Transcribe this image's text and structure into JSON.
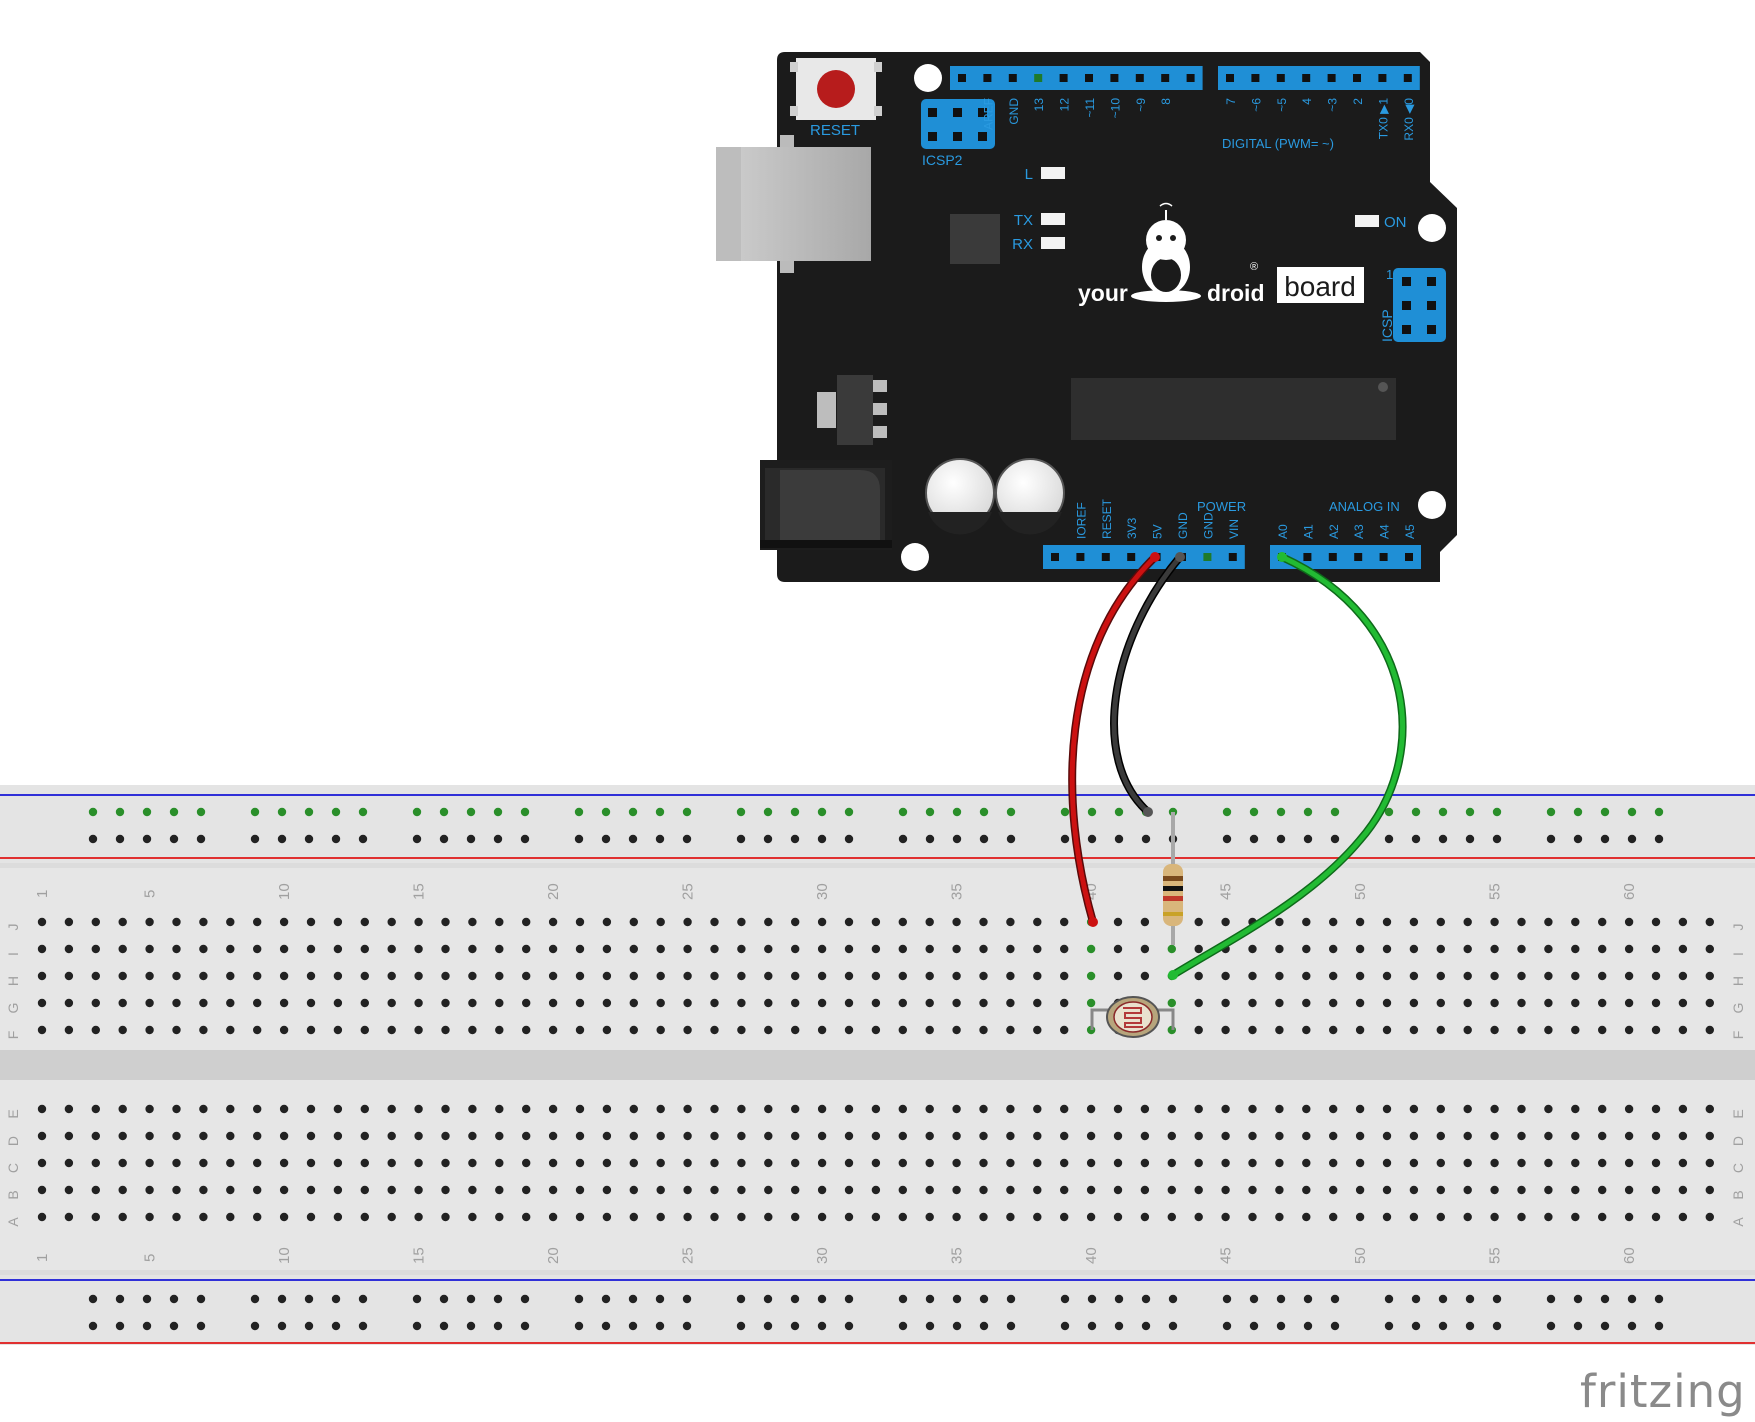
{
  "board": {
    "reset_label": "RESET",
    "icsp2_label": "ICSP2",
    "icsp_label": "ICSP",
    "icsp_pin1": "1",
    "led_l": "L",
    "led_tx": "TX",
    "led_rx": "RX",
    "led_on": "ON",
    "brand_your": "your",
    "brand_droid": "droid",
    "brand_board": "board",
    "brand_reg": "®",
    "digital_label": "DIGITAL (PWM= ~)",
    "power_label": "POWER",
    "analog_label": "ANALOG IN",
    "header_top_left_pins": [
      "AREF",
      "GND",
      "13",
      "12",
      "~11",
      "~10",
      "~9",
      "8"
    ],
    "header_top_right_pins": [
      "7",
      "~6",
      "~5",
      "4",
      "~3",
      "2",
      "TX0 ▶1",
      "RX0 ◀0"
    ],
    "power_pins": [
      "IOREF",
      "RESET",
      "3V3",
      "5V",
      "GND",
      "GND",
      "VIN"
    ],
    "analog_pins": [
      "A0",
      "A1",
      "A2",
      "A3",
      "A4",
      "A5"
    ]
  },
  "breadboard": {
    "row_letters_top": [
      "J",
      "I",
      "H",
      "G",
      "F"
    ],
    "row_letters_bottom": [
      "E",
      "D",
      "C",
      "B",
      "A"
    ],
    "column_numbers": [
      "1",
      "5",
      "10",
      "15",
      "20",
      "25",
      "30",
      "35",
      "40",
      "45",
      "50",
      "55",
      "60"
    ]
  },
  "wires": [
    {
      "name": "red-wire",
      "from": "5V",
      "to": "J40",
      "color": "#cc1111"
    },
    {
      "name": "black-wire",
      "from": "GND",
      "to": "GND rail",
      "color": "#333333"
    },
    {
      "name": "green-wire",
      "from": "A0",
      "to": "H43",
      "color": "#22bb33"
    }
  ],
  "colors": {
    "board": "#1b1b1b",
    "header_blue": "#1f8fd6",
    "label_blue": "#2a9ae0",
    "breadboard": "#dedede",
    "rail_blue": "#2a2ad8",
    "rail_red": "#e03030"
  },
  "watermark": "fritzing"
}
